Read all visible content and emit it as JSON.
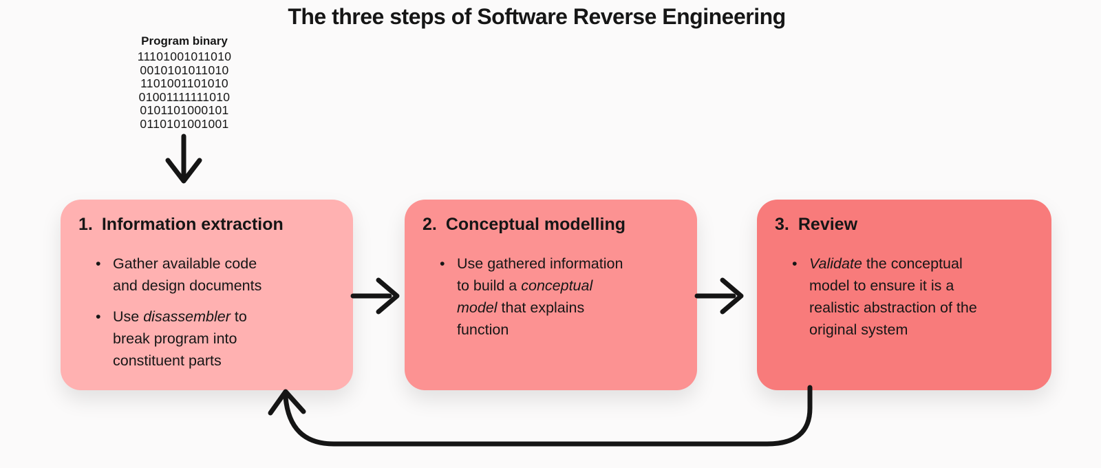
{
  "title": "The three steps of Software Reverse Engineering",
  "colors": {
    "background": "#fbfafa",
    "box1": "#ffb1b1",
    "box2": "#fc9292",
    "box3": "#f87b7b",
    "arrow": "#151515",
    "text": "#161616"
  },
  "binary": {
    "label": "Program binary",
    "lines": [
      "11101001011010",
      "0010101011010",
      "1101001101010",
      "01001111111010",
      "0101101000101",
      "0110101001001"
    ]
  },
  "steps": [
    {
      "number": "1.",
      "heading": "Information extraction",
      "bullets": [
        [
          {
            "text": "Gather available code and design documents"
          }
        ],
        [
          {
            "text": "Use "
          },
          {
            "text": "disassembler",
            "italic": true
          },
          {
            "text": " to break program into constituent parts"
          }
        ]
      ]
    },
    {
      "number": "2.",
      "heading": "Conceptual modelling",
      "bullets": [
        [
          {
            "text": "Use gathered information to build a "
          },
          {
            "text": "conceptual model",
            "italic": true
          },
          {
            "text": " that explains function"
          }
        ]
      ]
    },
    {
      "number": "3.",
      "heading": "Review",
      "bullets": [
        [
          {
            "text": "Validate",
            "italic": true
          },
          {
            "text": " the conceptual model to ensure it is a realistic abstraction of the original system"
          }
        ]
      ]
    }
  ],
  "icons": {
    "bullet": "•",
    "binary_to_step1": "down-arrow",
    "step1_to_step2": "right-arrow",
    "step2_to_step3": "right-arrow",
    "feedback_loop": "curved-loop-up-arrow"
  }
}
